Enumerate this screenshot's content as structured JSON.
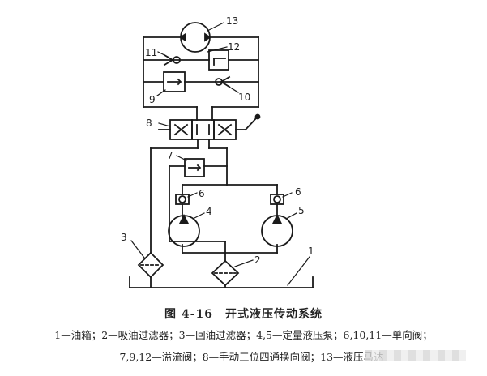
{
  "labels": {
    "n1": "1",
    "n2": "2",
    "n3": "3",
    "n4": "4",
    "n5": "5",
    "n6a": "6",
    "n6b": "6",
    "n7": "7",
    "n8": "8",
    "n9": "9",
    "n10": "10",
    "n11": "11",
    "n12": "12",
    "n13": "13"
  },
  "caption": {
    "title": "图 4-16　开式液压传动系统",
    "line1": "1—油箱；2—吸油过滤器；3—回油过滤器；4,5—定量液压泵；6,10,11—单向阀；",
    "line2": "7,9,12—溢流阀；8—手动三位四通换向阀；13—液压马达"
  },
  "colors": {
    "line": "#1a1a1a",
    "text": "#222222",
    "background": "#ffffff"
  }
}
